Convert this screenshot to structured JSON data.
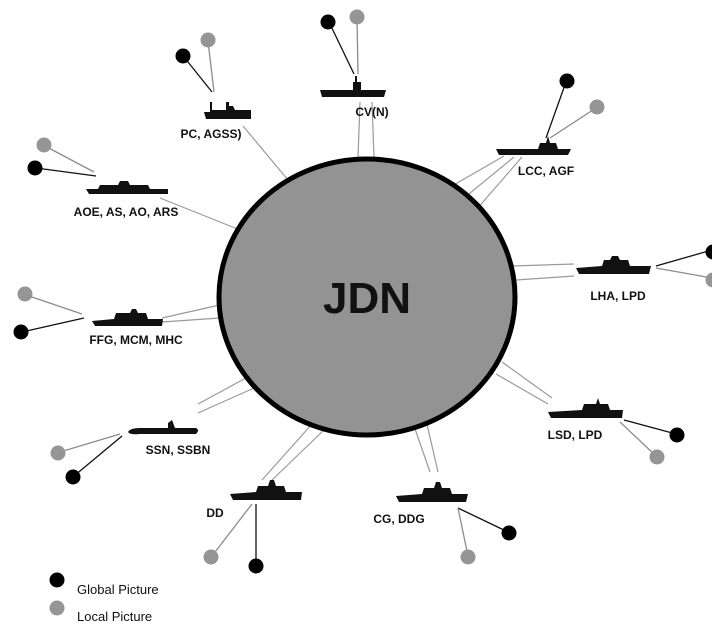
{
  "hub": {
    "label": "JDN",
    "fill": "#939393",
    "stroke": "#000000"
  },
  "colors": {
    "global": "#000000",
    "local": "#959595"
  },
  "ships": [
    {
      "id": "cvn",
      "label": "CV(N)"
    },
    {
      "id": "pc",
      "label": "PC, AGSS)"
    },
    {
      "id": "lcc",
      "label": "LCC, AGF"
    },
    {
      "id": "aoe",
      "label": "AOE, AS, AO, ARS"
    },
    {
      "id": "lha",
      "label": "LHA, LPD"
    },
    {
      "id": "ffg",
      "label": "FFG, MCM, MHC"
    },
    {
      "id": "lsd",
      "label": "LSD, LPD"
    },
    {
      "id": "ssn",
      "label": "SSN, SSBN"
    },
    {
      "id": "dd",
      "label": "DD"
    },
    {
      "id": "cg",
      "label": "CG, DDG"
    }
  ],
  "legend": [
    {
      "label": "Global Picture",
      "color": "#000000"
    },
    {
      "label": "Local Picture",
      "color": "#959595"
    }
  ]
}
